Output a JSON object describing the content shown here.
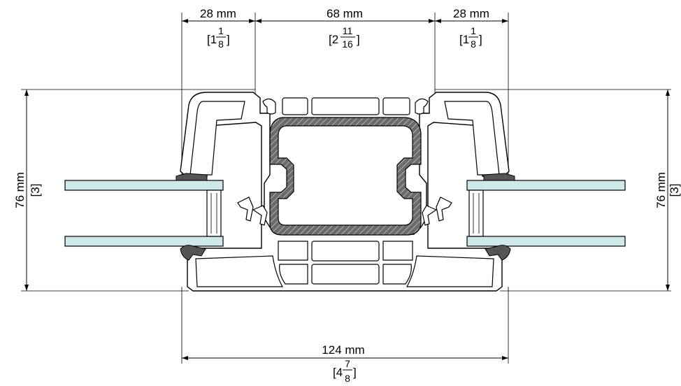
{
  "dimensions": {
    "top_left": {
      "metric": "28 mm",
      "whole": "1",
      "num": "1",
      "den": "8"
    },
    "top_center": {
      "metric": "68 mm",
      "whole": "2",
      "num": "11",
      "den": "16"
    },
    "top_right": {
      "metric": "28 mm",
      "whole": "1",
      "num": "1",
      "den": "8"
    },
    "left_height": {
      "metric": "76 mm",
      "imperial": "[3]"
    },
    "right_height": {
      "metric": "76 mm",
      "imperial": "[3]"
    },
    "bottom_width": {
      "metric": "124 mm",
      "whole": "4",
      "num": "7",
      "den": "8"
    }
  },
  "colors": {
    "glass": "#cfe8e8",
    "reinforcement": "#6b6b6b",
    "gasket": "#555555",
    "line": "#000000"
  }
}
